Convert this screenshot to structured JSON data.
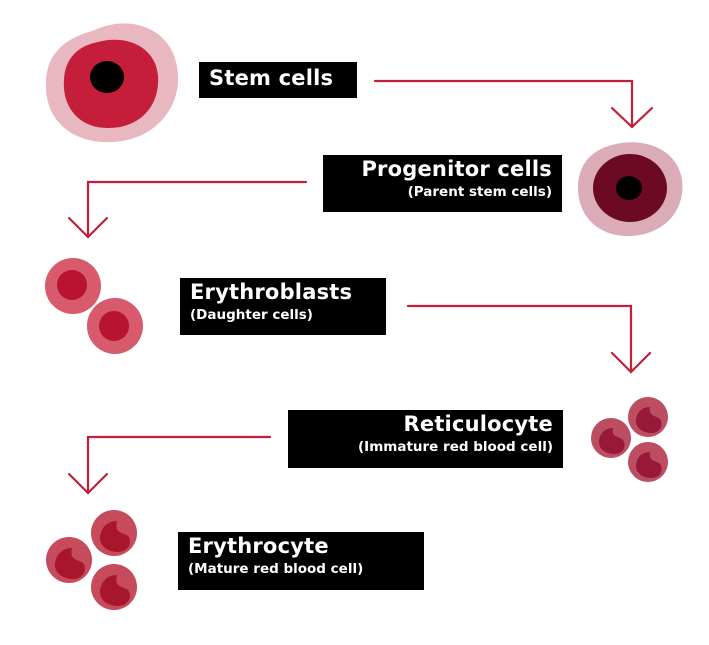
{
  "diagram": {
    "type": "flow",
    "direction": "top-to-bottom zigzag",
    "colors": {
      "arrow": "#c21f3a",
      "stem_outer": "#e8b3bd",
      "stem_inner": "#c41e3a",
      "progenitor_outer": "#d9a7b4",
      "progenitor_inner": "#6b0a22",
      "nucleus": "#000000",
      "blast_outer": "#d6475e",
      "blast_inner": "#b8142f",
      "rbc_outer": "#c32e48",
      "rbc_inner": "#a8162e",
      "retic_outer": "#b83250",
      "retic_inner": "#98183a",
      "label_bg": "#000000",
      "label_text": "#ffffff"
    },
    "stages": [
      {
        "id": "stem",
        "title": "Stem cells",
        "subtitle": ""
      },
      {
        "id": "progenitor",
        "title": "Progenitor cells",
        "subtitle": "(Parent stem cells)"
      },
      {
        "id": "erythroblast",
        "title": "Erythroblasts",
        "subtitle": "(Daughter cells)"
      },
      {
        "id": "reticulocyte",
        "title": "Reticulocyte",
        "subtitle": "(Immature red blood cell)"
      },
      {
        "id": "erythrocyte",
        "title": "Erythrocyte",
        "subtitle": "(Mature red blood cell)"
      }
    ],
    "connections": [
      {
        "from": "stem",
        "to": "progenitor"
      },
      {
        "from": "progenitor",
        "to": "erythroblast"
      },
      {
        "from": "erythroblast",
        "to": "reticulocyte"
      },
      {
        "from": "reticulocyte",
        "to": "erythrocyte"
      }
    ]
  }
}
